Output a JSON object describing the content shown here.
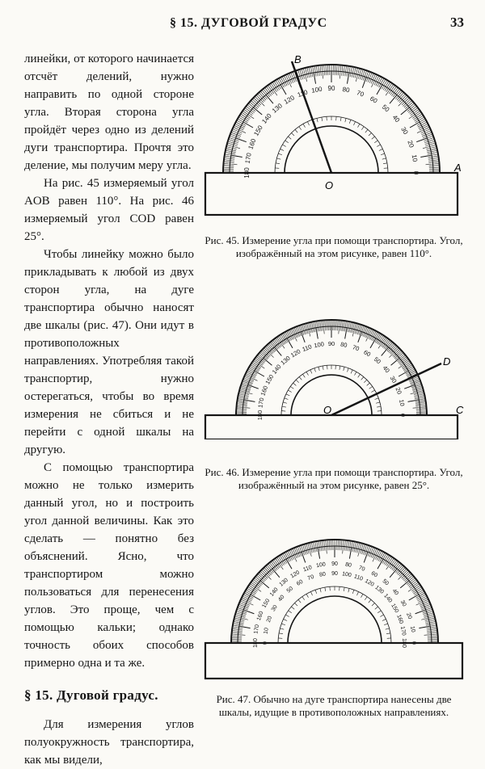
{
  "header": {
    "title": "§ 15. ДУГОВОЙ ГРАДУС",
    "page_number": "33"
  },
  "body_text": {
    "p1": "линейки, от которого начинается отсчёт делений, нужно направить по одной стороне угла. Вторая сторона угла пройдёт через одно из делений дуги транспортира. Прочтя это деление, мы получим меру угла.",
    "p2": "На рис. 45 измеряемый угол AOB равен 110°. На рис. 46 измеряемый угол COD равен 25°.",
    "p3": "Чтобы линейку можно было прикладывать к любой из двух сторон угла, на дуге транспортира обычно наносят две шкалы (рис. 47). Они идут в противоположных направлениях. Употребляя такой транспортир, нужно остерегаться, чтобы во время измерения не сбиться и не перейти с одной шкалы на другую.",
    "p4": "С помощью транспортира можно не только измерить данный угол, но и построить угол данной величины. Как это сделать — понятно без объяснений. Ясно, что транспортиром можно пользоваться для перенесения углов. Это проще, чем с помощью кальки; однако точность обоих способов примерно одна и та же.",
    "section_heading": "§ 15. Дуговой градус.",
    "p5": "Для измерения углов полуокружность транспортира, как мы видели,"
  },
  "figures": {
    "fig45": {
      "label_b": "B",
      "label_o": "O",
      "label_a": "A",
      "caption": "Рис. 45. Измерение угла при помощи транспортира. Угол, изображённый на этом рисунке, равен 110°."
    },
    "fig46": {
      "label_d": "D",
      "label_o": "O",
      "label_c": "C",
      "caption": "Рис. 46. Измерение угла при помощи транспортира. Угол, изображённый на этом рисунке, равен 25°."
    },
    "fig47": {
      "caption": "Рис. 47. Обычно на дуге транспортира нанесены две шкалы, идущие в противоположных направлениях."
    },
    "scale_numbers": [
      "0",
      "10",
      "20",
      "30",
      "40",
      "50",
      "60",
      "70",
      "80",
      "90",
      "100",
      "110",
      "120",
      "130",
      "140",
      "150",
      "160",
      "170",
      "180"
    ]
  }
}
